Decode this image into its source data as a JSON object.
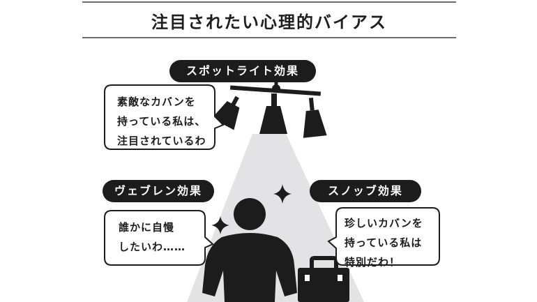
{
  "title": "注目されたい心理的バイアス",
  "labels": {
    "spotlight": "スポットライト効果",
    "veblen": "ヴェブレン効果",
    "snob": "スノッブ効果"
  },
  "bubbles": {
    "spotlight": "素敵なカバンを\n持っている私は、\n注目されているわ",
    "veblen": "誰かに自慢\nしたいわ……",
    "snob": "珍しいカバンを\n持っている私は\n特別だわ！"
  }
}
